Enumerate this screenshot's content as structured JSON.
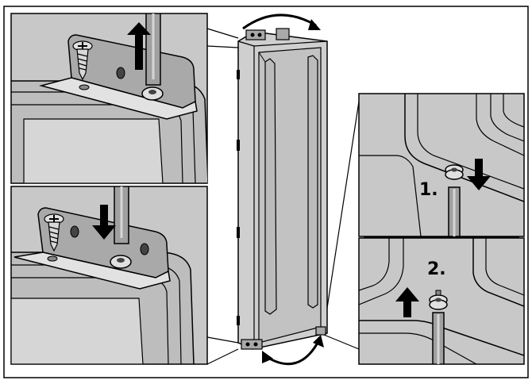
{
  "diagram": {
    "step_labels": [
      "1.",
      "2."
    ],
    "colors": {
      "panel_bg": "#c8c8c8",
      "metal": "#a9a9a9",
      "metal_light": "#e2e2e2",
      "cabinet": "#bdbdbd",
      "door": "#cfcfcf",
      "outline": "#000000",
      "arrow": "#000000"
    },
    "panels": [
      {
        "id": "top-left",
        "content": "bracket-with-screw-removal",
        "arrow": "up"
      },
      {
        "id": "bottom-left",
        "content": "bracket-with-screw-insertion",
        "arrow": "down"
      },
      {
        "id": "center",
        "content": "door-rotation",
        "arrow": "rotate"
      },
      {
        "id": "top-right",
        "content": "hinge-pin-step-1",
        "arrow": "down"
      },
      {
        "id": "bottom-right",
        "content": "hinge-pin-step-2",
        "arrow": "up"
      }
    ]
  }
}
